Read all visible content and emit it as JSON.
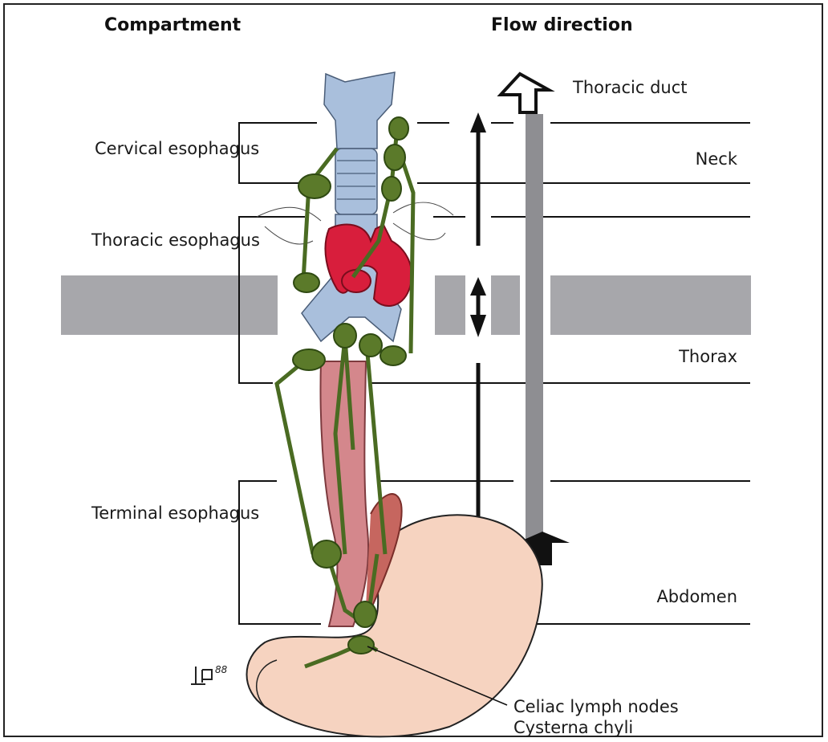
{
  "headers": {
    "compartment": "Compartment",
    "flow_direction": "Flow direction"
  },
  "compartments": {
    "cervical": "Cervical esophagus",
    "thoracic": "Thoracic esophagus",
    "terminal": "Terminal esophagus"
  },
  "regions": {
    "neck": "Neck",
    "thorax": "Thorax",
    "abdomen": "Abdomen"
  },
  "labels": {
    "thoracic_duct": "Thoracic duct",
    "celiac_nodes": "Celiac lymph nodes",
    "cysterna_chyli": "Cysterna chyli",
    "signature_number": "88"
  },
  "colors": {
    "lymph_green": "#4a6b22",
    "node_fill": "#5b7a2a",
    "trachea_blue": "#a9bfdc",
    "aorta_red": "#d81e3c",
    "esophagus_pink": "#d4878c",
    "stomach_peach": "#f6d3c0",
    "diaphragm_gray": "#a7a7ab",
    "duct_gray": "#8e8e92"
  }
}
